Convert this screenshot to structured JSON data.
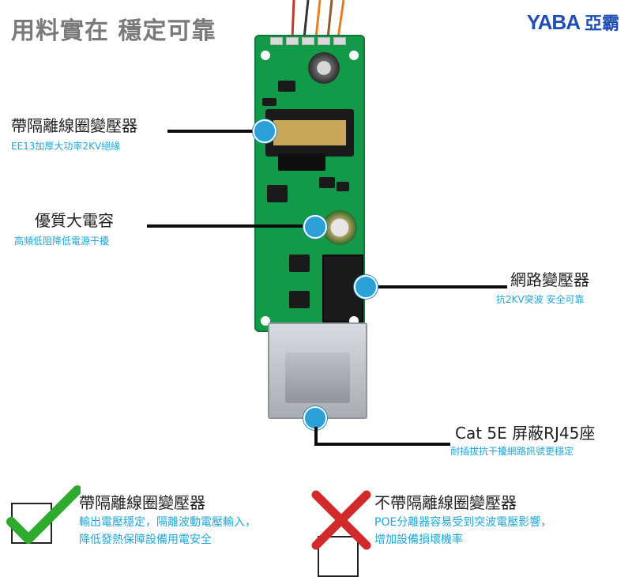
{
  "header": {
    "headline": "用料實在 穩定可靠",
    "brand_logo": "YABA",
    "brand_cn": "亞霸"
  },
  "callouts": {
    "transformer": {
      "title": "帶隔離線圈變壓器",
      "subtitle": "EE13加厚大功率2KV絕緣"
    },
    "capacitor": {
      "title": "優質大電容",
      "subtitle": "高頻低阻降低電源干擾"
    },
    "network_transformer": {
      "title": "網路變壓器",
      "subtitle": "抗2KV突波 安全可靠"
    },
    "rj45": {
      "title": "Cat 5E 屏蔽RJ45座",
      "subtitle": "耐插拔抗干擾網路訊號更穩定"
    }
  },
  "comparison": {
    "good": {
      "title": "帶隔離線圈變壓器",
      "line1": "輸出電壓穩定，隔離波動電壓輸入，",
      "line2": "降低發熱保障設備用電安全"
    },
    "bad": {
      "title": "不帶隔離線圈變壓器",
      "line1": "POE分離器容易受到突波電壓影響，",
      "line2": "增加設備損壞機率"
    }
  },
  "colors": {
    "accent": "#1fa7d6",
    "pcb": "#139a49",
    "check": "#2eaa2e",
    "cross": "#d22a2a"
  }
}
